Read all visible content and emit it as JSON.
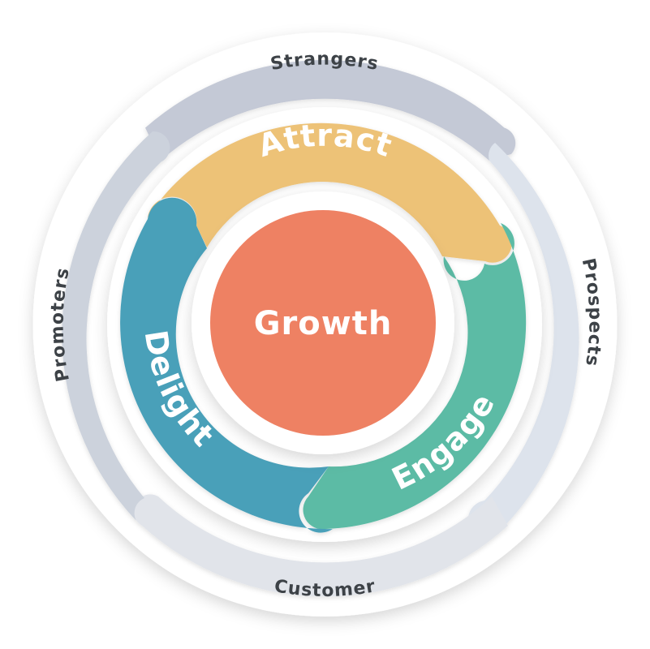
{
  "hub": {
    "label": "Growth",
    "color": "#ee8163"
  },
  "inner_ring": [
    {
      "key": "attract",
      "label": "Attract",
      "color": "#edc277"
    },
    {
      "key": "engage",
      "label": "Engage",
      "color": "#5bbba5"
    },
    {
      "key": "delight",
      "label": "Delight",
      "color": "#4aa0b9"
    }
  ],
  "outer_ring": [
    {
      "key": "strangers",
      "label": "Strangers",
      "color": "#c4c9d6"
    },
    {
      "key": "prospects",
      "label": "Prospects",
      "color": "#dde3ec"
    },
    {
      "key": "customer",
      "label": "Customer",
      "color": "#e1e4ea"
    },
    {
      "key": "promoters",
      "label": "Promoters",
      "color": "#ccd2dc"
    }
  ],
  "colors": {
    "outer_label": "#3d4247",
    "inner_label": "#ffffff",
    "hub_label": "#ffffff",
    "background": "#ffffff"
  }
}
